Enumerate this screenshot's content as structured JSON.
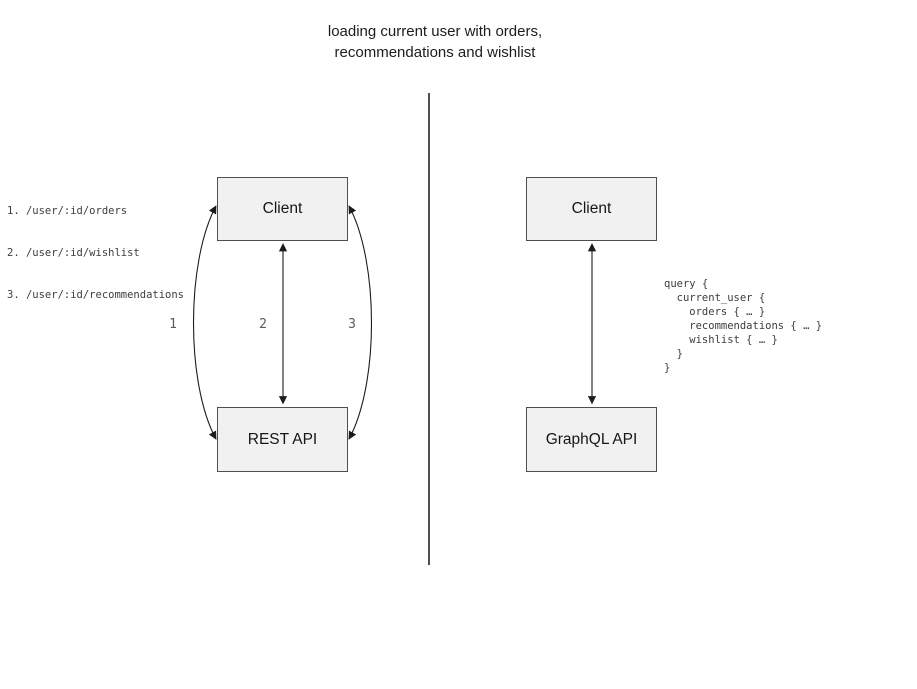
{
  "title": {
    "line1": "loading current user with orders,",
    "line2": "recommendations and wishlist"
  },
  "left_panel": {
    "endpoints": [
      "1. /user/:id/orders",
      "2. /user/:id/wishlist",
      "3. /user/:id/recommendations"
    ],
    "client_label": "Client",
    "api_label": "REST API",
    "arrow_labels": [
      "1",
      "2",
      "3"
    ]
  },
  "right_panel": {
    "client_label": "Client",
    "api_label": "GraphQL API",
    "query": "query {\n  current_user {\n    orders { … }\n    recommendations { … }\n    wishlist { … }\n  }\n}"
  },
  "colors": {
    "box_fill": "#f1f1f1",
    "box_border": "#4f4f4f",
    "arrow": "#1c1c1c",
    "mono_text": "#3d3d3d",
    "label_gray": "#5a5a5a",
    "divider": "#4f4f4f"
  }
}
